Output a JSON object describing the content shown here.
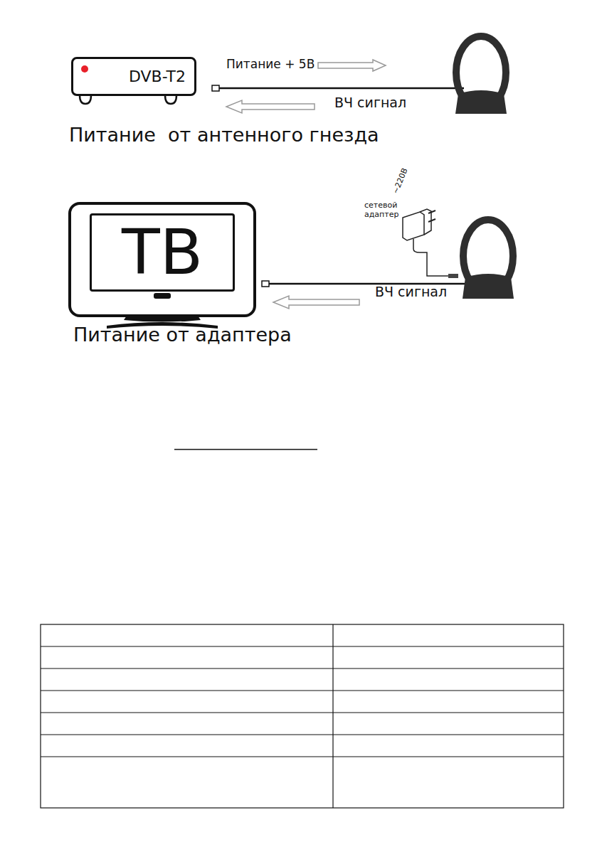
{
  "diagram": {
    "nodes": [
      {
        "text": [
          "DVB-T2"
        ]
      },
      {
        "text": [
          "ТВ"
        ]
      }
    ],
    "labels": [
      "Питание + 5В",
      "ВЧ сигнал",
      "Питание  от антенного гнезда",
      "сетевой адаптер",
      "~220В",
      "ВЧ сигнал",
      "Питание от адаптера"
    ]
  }
}
